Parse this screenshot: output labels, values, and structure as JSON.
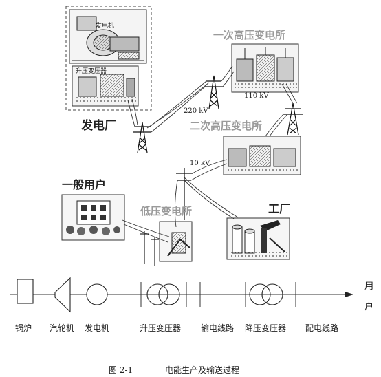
{
  "top": {
    "power_plant": {
      "label": "发电厂",
      "generator_tag": "发电机",
      "transformer_tag": "升压变压器"
    },
    "primary_substation": {
      "label": "一次高压变电所"
    },
    "secondary_substation": {
      "label": "二次高压变电所"
    },
    "low_voltage_substation": {
      "label": "低压变电所"
    },
    "general_users": {
      "label": "一般用户"
    },
    "factory": {
      "label": "工厂"
    },
    "voltages": {
      "v220": "220 kV",
      "v110": "110 kV",
      "v10": "10 kV"
    }
  },
  "flow": {
    "items": [
      "锅炉",
      "汽轮机",
      "发电机",
      "升压变压器",
      "输电线路",
      "降压变压器",
      "配电线路"
    ],
    "end_label": [
      "用",
      "户"
    ]
  },
  "caption": {
    "number": "图 2-1",
    "title": "电能生产及输送过程"
  }
}
